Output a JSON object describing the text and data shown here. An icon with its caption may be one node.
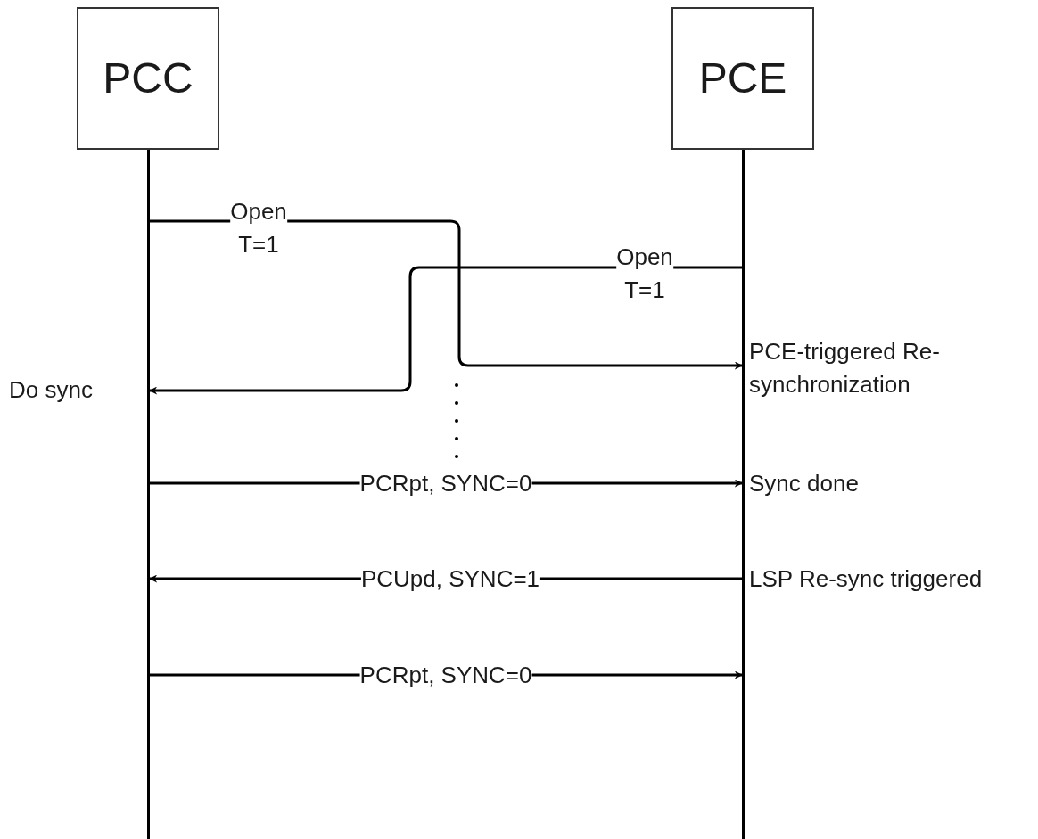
{
  "diagram": {
    "nodes": [
      {
        "text": [
          "PCC"
        ]
      },
      {
        "text": [
          "PCE"
        ]
      },
      {
        "text": [],
        "shape": "bar",
        "beside": [
          "Do sync"
        ]
      },
      {
        "text": [],
        "shape": "bar",
        "beside": [
          "PCE-triggered Re-synchronization",
          "Sync done",
          "LSP Re-sync triggered"
        ]
      }
    ],
    "edges": [
      {
        "from": 2,
        "to": 3,
        "arrow": "to",
        "label": "Open T=1"
      },
      {
        "from": 3,
        "to": 2,
        "arrow": "to",
        "label": "Open T=1"
      },
      {
        "from": 2,
        "to": 3,
        "arrow": "to",
        "label": "PCRpt, SYNC=0"
      },
      {
        "from": 3,
        "to": 2,
        "arrow": "to",
        "label": "PCUpd, SYNC=1"
      },
      {
        "from": 2,
        "to": 3,
        "arrow": "to",
        "label": "PCRpt, SYNC=0"
      }
    ]
  }
}
